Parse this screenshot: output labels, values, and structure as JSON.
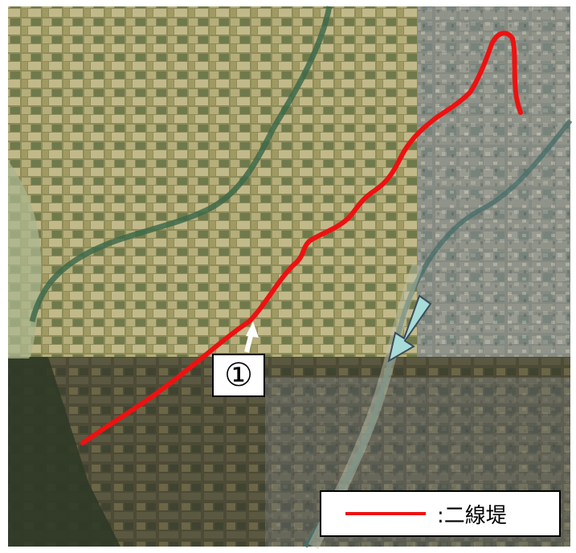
{
  "map": {
    "callout": {
      "label": "①"
    },
    "legend": {
      "label": ":二線堤",
      "line_color": "#ee1111"
    },
    "colors": {
      "route": "#ee1111",
      "flow_arrow": "#a8dcd8",
      "pointer_arrow": "#ffffff",
      "fields": "#8a8a58",
      "river": "#3e6a4a",
      "levee": "#9fb088"
    },
    "features": [
      "second-levee-route",
      "river",
      "rice-fields",
      "residential-area",
      "flow-direction-arrow"
    ]
  }
}
